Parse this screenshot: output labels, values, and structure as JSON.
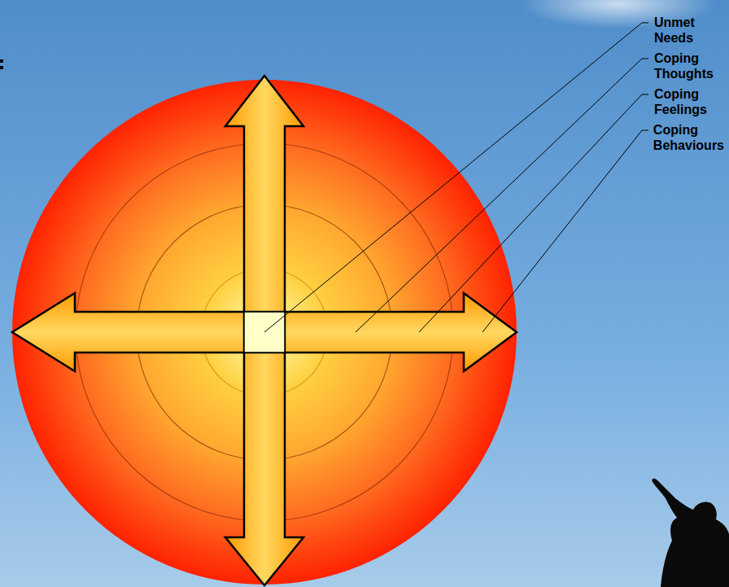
{
  "diagram": {
    "labels": [
      "Unmet Needs",
      "Coping Thoughts",
      "Coping Feelings",
      "Coping Behaviours"
    ]
  }
}
